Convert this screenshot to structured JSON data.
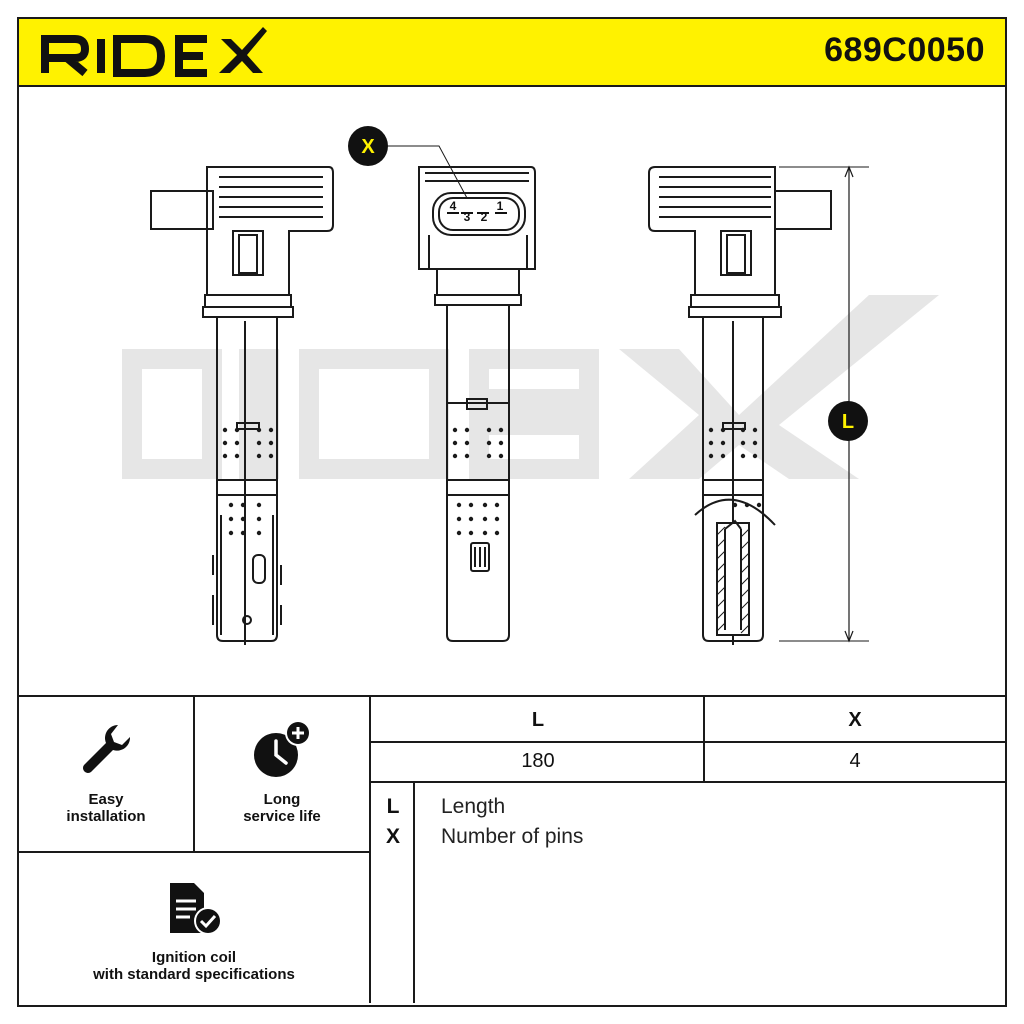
{
  "header": {
    "brand": "RIDEX",
    "part_number": "689C0050",
    "background_color": "#fff200"
  },
  "drawing": {
    "watermark": "RIDEX",
    "callouts": {
      "x": "X",
      "l": "L"
    },
    "connector_pins": [
      "4",
      "3",
      "2",
      "1"
    ]
  },
  "features": [
    {
      "icon": "wrench-icon",
      "line1": "Easy",
      "line2": "installation"
    },
    {
      "icon": "clock-plus-icon",
      "line1": "Long",
      "line2": "service life"
    },
    {
      "icon": "document-check-icon",
      "line1": "Ignition coil",
      "line2": "with standard specifications"
    }
  ],
  "spec_table": {
    "headers": [
      "L",
      "X"
    ],
    "values": [
      "180",
      "4"
    ]
  },
  "legend": [
    {
      "key": "L",
      "text": "Length"
    },
    {
      "key": "X",
      "text": "Number of pins"
    }
  ]
}
